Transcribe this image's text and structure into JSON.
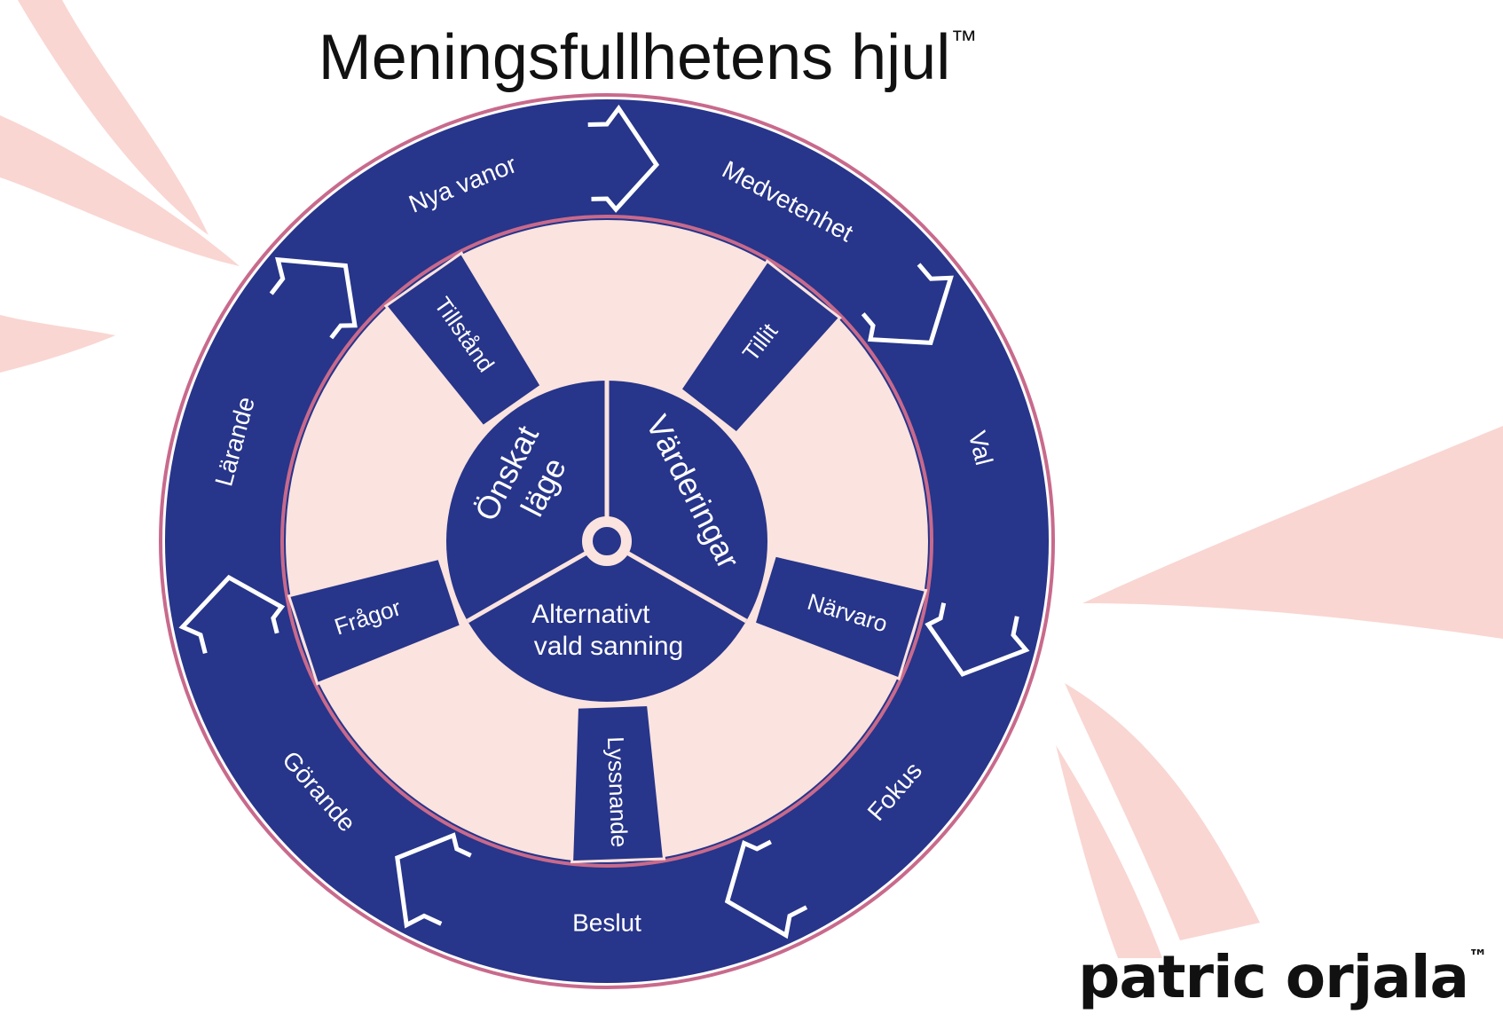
{
  "title": "Meningsfullhetens hjul",
  "title_mark": "™",
  "brand": {
    "name": "patric orjala",
    "mark": "™"
  },
  "colors": {
    "navy": "#27358a",
    "ring_border": "#c86a8c",
    "inner_fill": "#fbe3df",
    "petal": "#f9d6d2",
    "label": "#ffffff"
  },
  "outer_ring_labels": [
    "Nya vanor",
    "Medvetenhet",
    "Val",
    "Fokus",
    "Beslut",
    "Görande",
    "Lärande"
  ],
  "spokes": [
    "Tillit",
    "Närvaro",
    "Lyssnande",
    "Frågor",
    "Tillstånd"
  ],
  "hub": {
    "top_left": [
      "Önskat",
      "läge"
    ],
    "top_right": "Värderingar",
    "bottom": [
      "Alternativt",
      "vald sanning"
    ]
  }
}
